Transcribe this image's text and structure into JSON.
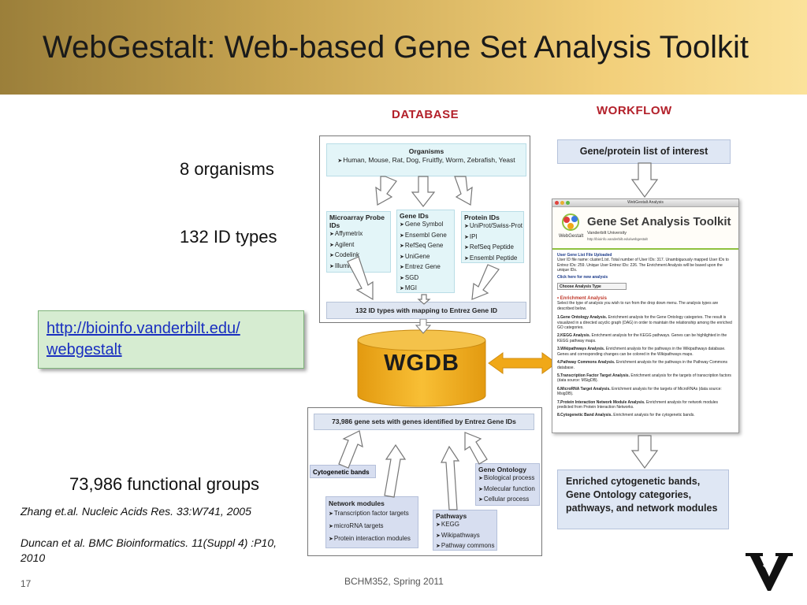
{
  "slide": {
    "title": "WebGestalt: Web-based Gene Set Analysis Toolkit",
    "label_organisms": "8 organisms",
    "label_id_types": "132 ID types",
    "url_line1": "http://bioinfo.vanderbilt.edu/",
    "url_line2": "webgestalt",
    "label_functional_groups": "73,986 functional groups",
    "citation1": "Zhang et.al. Nucleic Acids Res. 33:W741, 2005",
    "citation2": "Duncan et al. BMC Bioinformatics. 11(Suppl 4) :P10, 2010",
    "footer_center": "BCHM352, Spring 2011",
    "page_number": "17"
  },
  "diagram": {
    "database_header": "DATABASE",
    "workflow_header": "WORKFLOW",
    "organisms": {
      "title": "Organisms",
      "list": "Human, Mouse, Rat, Dog, Fruitfly, Worm, Zebrafish, Yeast"
    },
    "microarray": {
      "title": "Microarray Probe IDs",
      "items": [
        "Affymetrix",
        "Agilent",
        "Codelink",
        "Illumina"
      ]
    },
    "gene_ids": {
      "title": "Gene IDs",
      "items": [
        "Gene Symbol",
        "Ensembl Gene",
        "RefSeq Gene",
        "UniGene",
        "Entrez Gene",
        "SGD",
        "MGI"
      ]
    },
    "protein_ids": {
      "title": "Protein IDs",
      "items": [
        "UniProt/Swiss-Prot",
        "IPI",
        "RefSeq Peptide",
        "Ensembl Peptide"
      ]
    },
    "mapping_bar": "132 ID types  with mapping to Entrez Gene ID",
    "wgdb": "WGDB",
    "gene_sets_bar": "73,986 gene sets with genes identified by Entrez Gene IDs",
    "cytogenetic": "Cytogenetic bands",
    "gene_ontology": {
      "title": "Gene Ontology",
      "items": [
        "Biological process",
        "Molecular function",
        "Cellular process"
      ]
    },
    "network_modules": {
      "title": "Network modules",
      "items": [
        "Transcription  factor targets",
        "microRNA  targets",
        "Protein interaction modules"
      ]
    },
    "pathways": {
      "title": "Pathways",
      "items": [
        "KEGG",
        "Wikipathways",
        "Pathway commons"
      ]
    },
    "workflow_input": "Gene/protein list of interest",
    "workflow_output": "Enriched cytogenetic bands, Gene Ontology categories, pathways, and network modules"
  },
  "webgestalt_window": {
    "window_title": "WebGestalt Analysis",
    "app_title": "Gene Set Analysis Toolkit",
    "logo_text": "WebGestalt",
    "affiliation": "Vanderbilt University",
    "url": "http://bioinfo.vanderbilt.edu/webgestalt",
    "file_header": "User Gene List File Uploaded",
    "file_info": "User ID file name: cluster1.txt. Total number of User IDs: 317. Unambiguously mapped User IDs to Entrez IDs: 259. Unique User Entrez IDs: 226. The Enrichment Analysis will be based upon the unique IDs.",
    "new_analysis_link": "Click here for new analysis",
    "choose_label": "Choose Analysis Type",
    "enrichment_header": "Enrichment Analysis",
    "enrichment_intro": "Select the type of analysis you wish to run from the drop down menu. The analysis types are described below.",
    "analyses": [
      {
        "name": "1.Gene Ontology Analysis.",
        "desc": "Enrichment analysis for the Gene Ontology categories. The result is visualized in a directed acyclic graph (DAG) in order to maintain the relationship among the enriched GO categories."
      },
      {
        "name": "2.KEGG Analysis.",
        "desc": "Enrichment analysis for the KEGG pathways. Genes can be highlighted in the KEGG pathway maps."
      },
      {
        "name": "3.Wikipathways Analysis.",
        "desc": "Enrichment analysis for the pathways in the Wikipathways database. Genes and corresponding changes can be colored in the Wikipathways maps."
      },
      {
        "name": "4.Pathway Commons Analysis.",
        "desc": "Enrichment analysis for the pathways in the Pathway Commons database."
      },
      {
        "name": "5.Transcription Factor Target Analysis.",
        "desc": "Enrichment analysis for the targets of transcription factors (data source: MSigDB)."
      },
      {
        "name": "6.MicroRNA Target Analysis.",
        "desc": "Enrichment analysis for the targets of MicroRNAs (data source: MsigDB)."
      },
      {
        "name": "7.Protein Interaction Network Module Analysis.",
        "desc": "Enrichment analysis for network modules predicted from Protein Interaction Networks."
      },
      {
        "name": "8.Cytogenetic Band Analysis.",
        "desc": "Enrichment analysis for the cytogenetic bands."
      }
    ]
  },
  "colors": {
    "title_text": "#1a1a1a",
    "section_header": "#b3202a",
    "wgdb_gold": "#f0a818",
    "link_blue": "#1a2fc0"
  }
}
